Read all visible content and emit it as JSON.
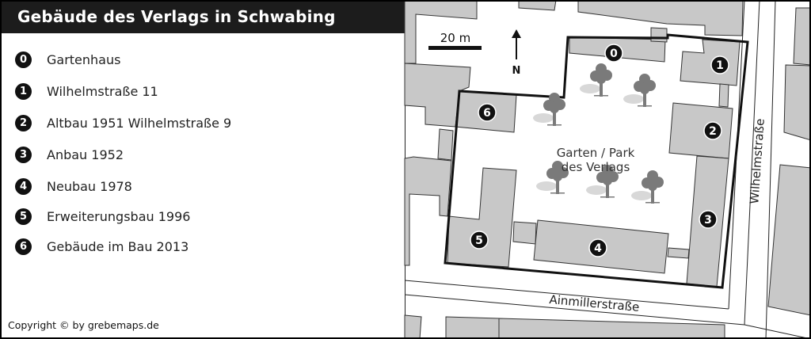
{
  "title": "Gebäude des Verlags in Schwabing",
  "legend": [
    {
      "num": "0",
      "label": "Gartenhaus"
    },
    {
      "num": "1",
      "label": "Wilhelmstraße 11"
    },
    {
      "num": "2",
      "label": "Altbau 1951 Wilhelmstraße 9"
    },
    {
      "num": "3",
      "label": "Anbau 1952"
    },
    {
      "num": "4",
      "label": "Neubau 1978"
    },
    {
      "num": "5",
      "label": "Erweiterungsbau 1996"
    },
    {
      "num": "6",
      "label": "Gebäude im Bau 2013"
    }
  ],
  "copyright": "Copyright © by grebemaps.de",
  "map": {
    "scale_label": "20 m",
    "north_label": "N",
    "garden_line1": "Garten / Park",
    "garden_line2": "des Verlags",
    "street_vertical": "Wilhelmstraße",
    "street_horizontal": "Ainmillerstraße",
    "markers": [
      "0",
      "1",
      "2",
      "3",
      "4",
      "5",
      "6"
    ]
  },
  "colors": {
    "building": "#c8c8c8",
    "tree": "#7a7a7a",
    "title_bar": "#1c1c1c"
  }
}
